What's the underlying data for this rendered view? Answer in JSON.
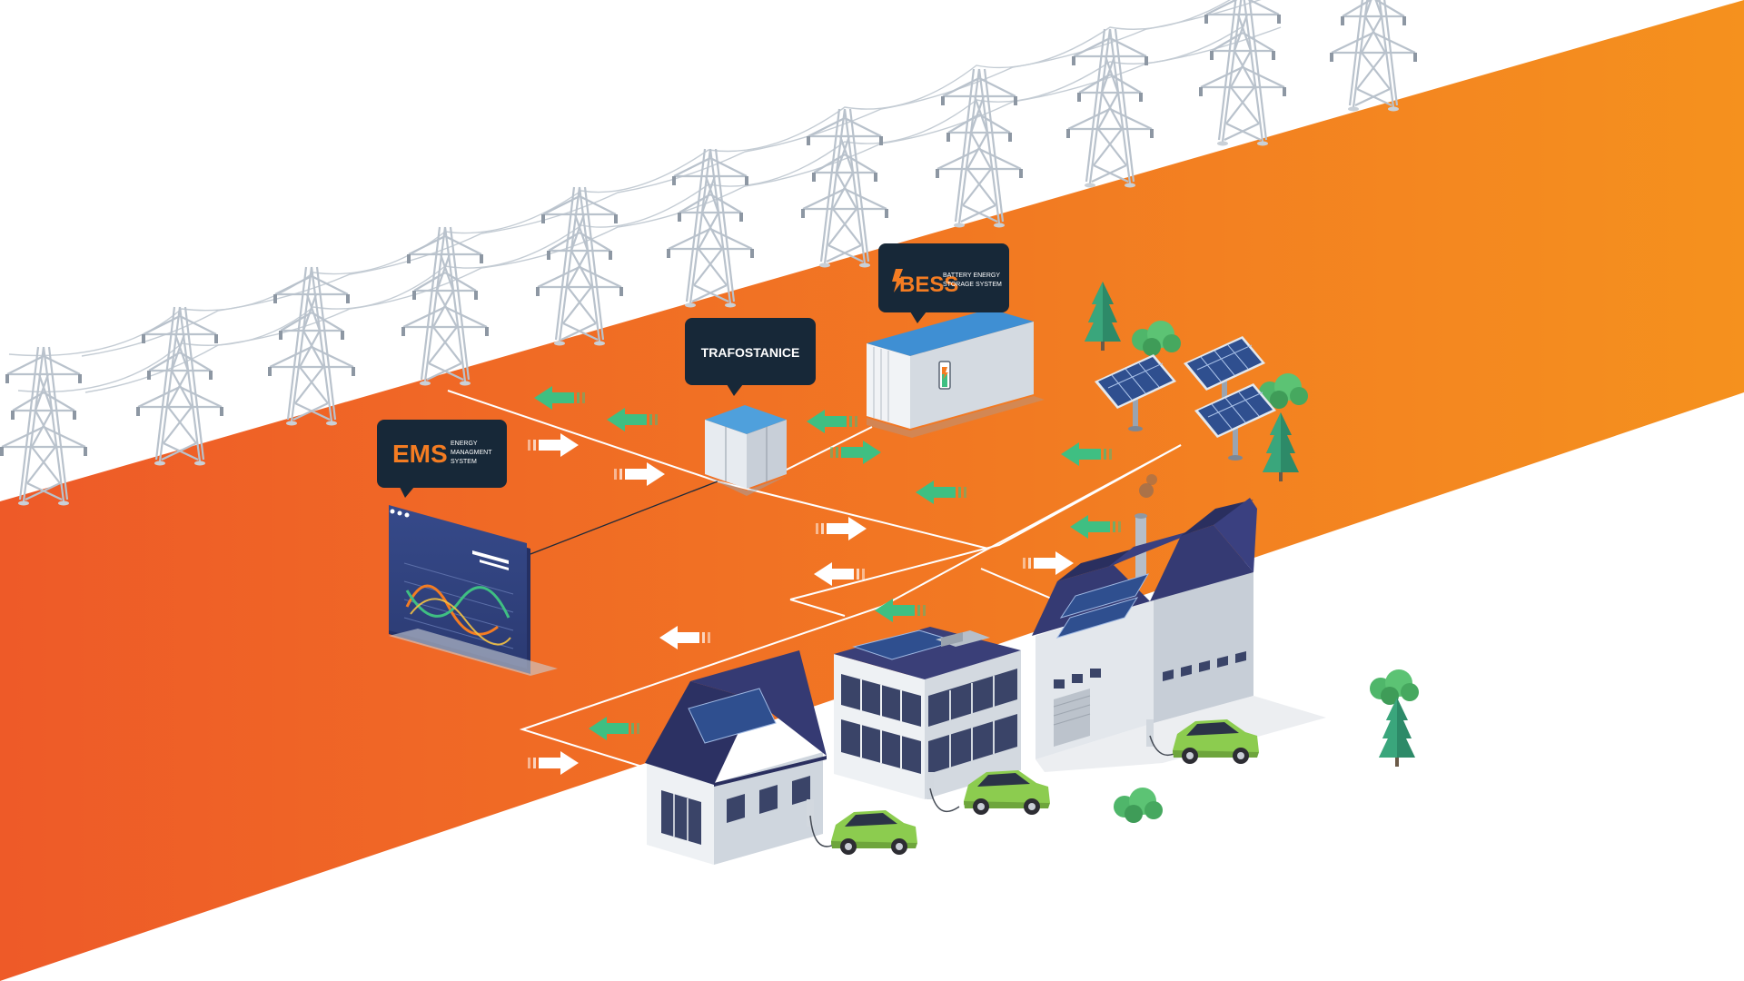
{
  "colors": {
    "band_start": "#ee5a28",
    "band_end": "#f5911e",
    "bubble": "#172838",
    "label_orange": "#f47c22",
    "flow_white": "#ffffff",
    "flow_green": "#3fbf82",
    "car_green": "#8ccc4f",
    "roof_navy": "#353a73",
    "solar_blue": "#2f4f8f",
    "screen_navy": "#2c3e78",
    "tree_green": "#2d8a68"
  },
  "labels": {
    "ems": {
      "abbr": "EMS",
      "line1": "ENERGY",
      "line2": "MANAGMENT",
      "line3": "SYSTEM"
    },
    "bess": {
      "abbr": "BESS",
      "line1": "BATTERY ENERGY",
      "line2": "STORAGE SYSTEM"
    },
    "trafo": {
      "text": "TRAFOSTANICE"
    }
  },
  "icons": {
    "pylon": "transmission-tower-icon",
    "battery": "battery-charging-icon",
    "bolt": "lightning-bolt-icon",
    "arrow": "flow-arrow-icon",
    "car": "electric-car-icon",
    "tree": "pine-tree-icon",
    "bush": "bush-icon",
    "solar": "solar-panel-icon"
  }
}
